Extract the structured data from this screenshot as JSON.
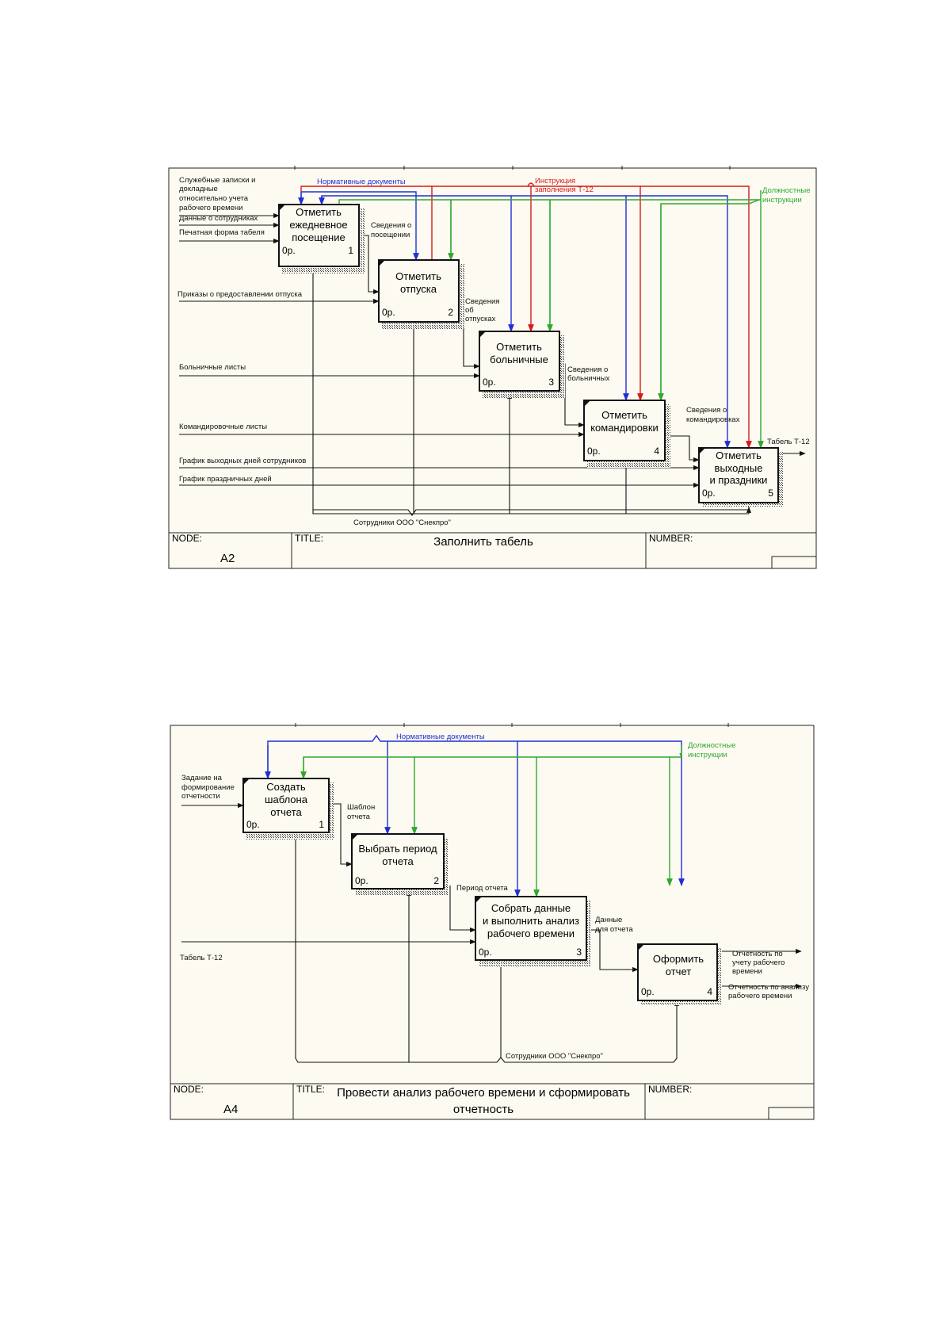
{
  "colors": {
    "blue": "#1f2fd6",
    "red": "#d61a1a",
    "green": "#2ea82e",
    "frame_bg": "#fdfbf1",
    "ink": "#111111"
  },
  "diagram_a2": {
    "node_label": "NODE:",
    "node": "A2",
    "title_label": "TITLE:",
    "title": "Заполнить табель",
    "number_label": "NUMBER:",
    "boxes": [
      {
        "lines": [
          "Отметить",
          "ежедневное",
          "посещение"
        ],
        "cost": "0р.",
        "num": "1"
      },
      {
        "lines": [
          "Отметить",
          "отпуска"
        ],
        "cost": "0р.",
        "num": "2"
      },
      {
        "lines": [
          "Отметить",
          "больничные"
        ],
        "cost": "0р.",
        "num": "3"
      },
      {
        "lines": [
          "Отметить",
          "командировки"
        ],
        "cost": "0р.",
        "num": "4"
      },
      {
        "lines": [
          "Отметить",
          "выходные",
          "и праздники"
        ],
        "cost": "0р.",
        "num": "5"
      }
    ],
    "controls": {
      "normative": "Нормативные документы",
      "instruction": [
        "Инструкция",
        "заполнения Т-12"
      ],
      "duties": [
        "Должностные",
        "инструкции"
      ]
    },
    "inputs": {
      "memo": [
        "Служебные записки и",
        "докладные",
        "относительно учета",
        "рабочего времени"
      ],
      "employees": "Данные о сотрудниках",
      "print_form": "Печатная форма табеля",
      "vacation_orders": "Приказы о предоставлении отпуска",
      "sick_leaves": "Больничные листы",
      "travel_sheets": "Командировочные листы",
      "weekends": "График выходных дней сотрудников",
      "holidays": "График праздничных дней"
    },
    "intermediate": {
      "attendance": [
        "Сведения о",
        "посещении"
      ],
      "vacations": [
        "Сведения",
        "об",
        "отпусках"
      ],
      "sick": [
        "Сведения о",
        "больничных"
      ],
      "travel": [
        "Сведения о",
        "командировках"
      ]
    },
    "output": "Табель Т-12",
    "mechanism": "Сотрудники ООО \"Снекпро\""
  },
  "diagram_a4": {
    "node_label": "NODE:",
    "node": "A4",
    "title_label": "TITLE:",
    "title": [
      "Провести анализ рабочего времени и сформировать",
      "отчетность"
    ],
    "number_label": "NUMBER:",
    "boxes": [
      {
        "lines": [
          "Создать",
          "шаблона",
          "отчета"
        ],
        "cost": "0р.",
        "num": "1"
      },
      {
        "lines": [
          "Выбрать период",
          "отчета"
        ],
        "cost": "0р.",
        "num": "2"
      },
      {
        "lines": [
          "Собрать данные",
          "и выполнить анализ",
          "рабочего времени"
        ],
        "cost": "0р.",
        "num": "3"
      },
      {
        "lines": [
          "Оформить",
          "отчет"
        ],
        "cost": "0р.",
        "num": "4"
      }
    ],
    "controls": {
      "normative": "Нормативные документы",
      "duties": [
        "Должностные",
        "инструкции"
      ]
    },
    "inputs": {
      "task": [
        "Задание на",
        "формирование",
        "отчетности"
      ],
      "tabel": "Табель Т-12"
    },
    "intermediate": {
      "template": [
        "Шаблон",
        "отчета"
      ],
      "period": "Период отчета",
      "report_data": [
        "Данные",
        "для отчета"
      ]
    },
    "outputs": {
      "accounting": [
        "Отчетность по",
        "учету рабочего",
        "времени"
      ],
      "analysis": [
        "Отчетность по анализу",
        "рабочего времени"
      ]
    },
    "mechanism": "Сотрудники ООО \"Снекпро\""
  }
}
